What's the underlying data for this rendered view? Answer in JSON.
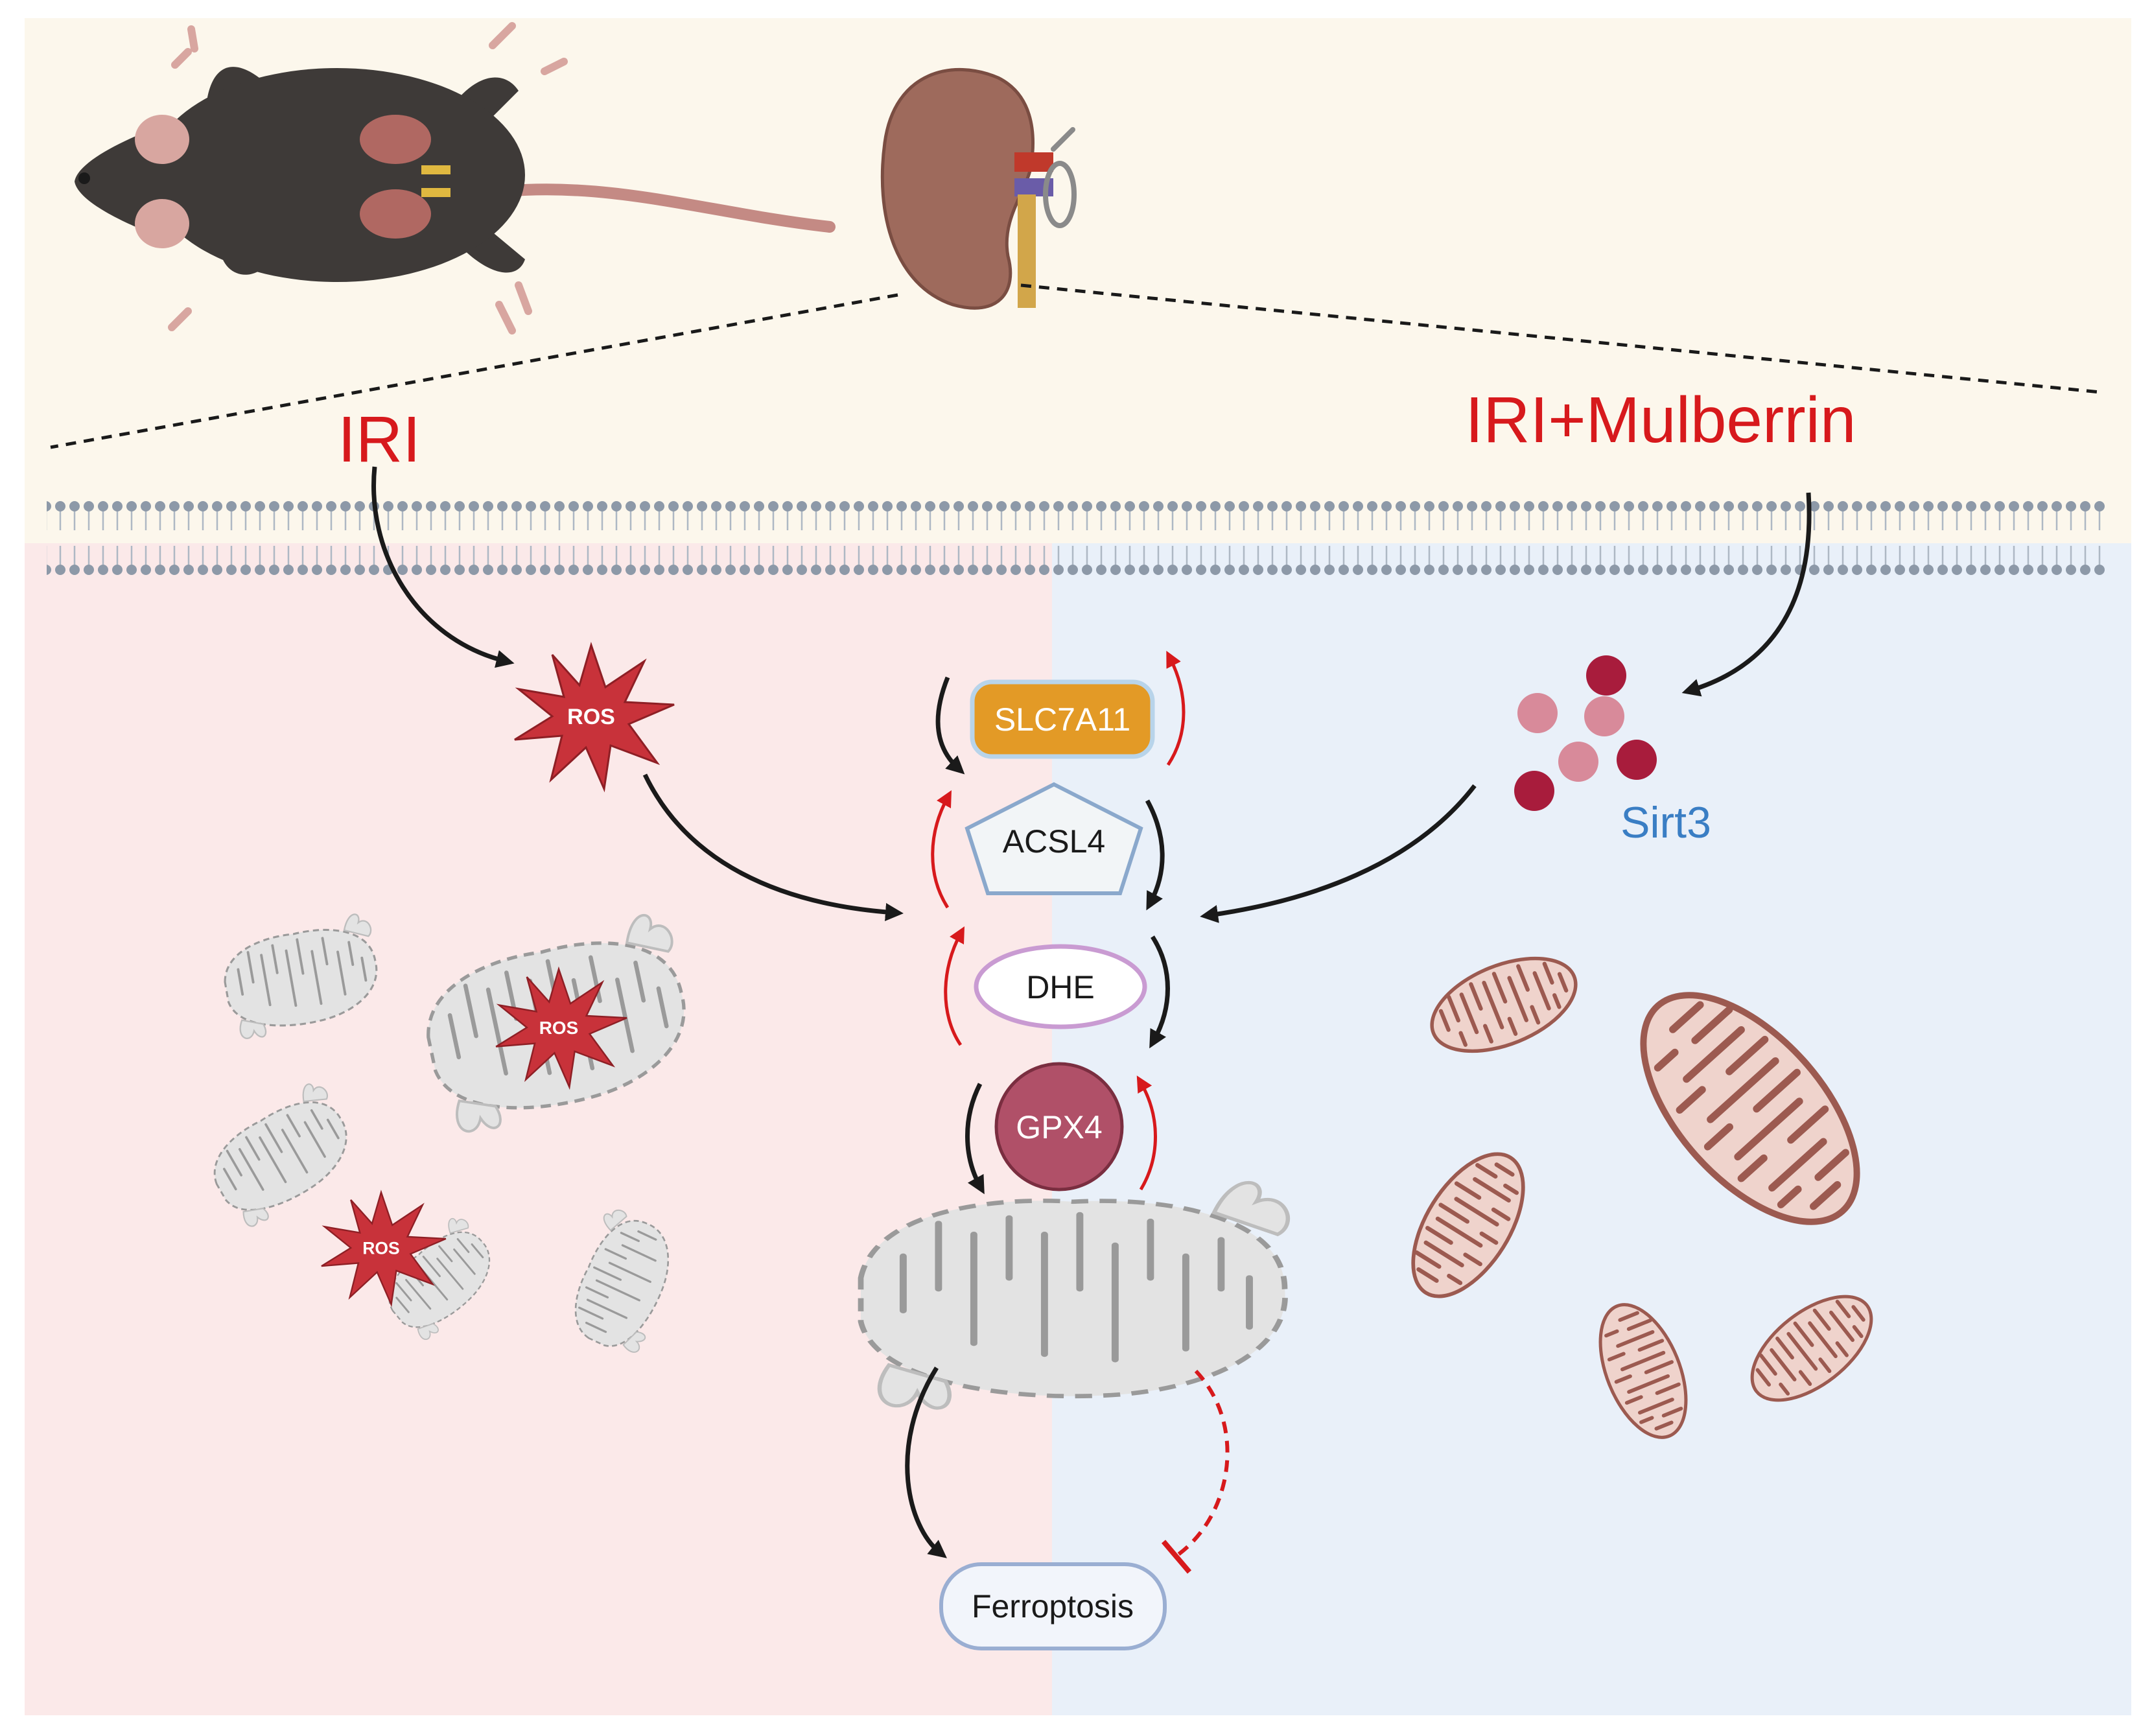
{
  "labels": {
    "iri": "IRI",
    "iri_mulberrin": "IRI+Mulberrin",
    "ros": "ROS",
    "sirt3": "Sirt3",
    "slc7a11": "SLC7A11",
    "acsl4": "ACSL4",
    "dhe": "DHE",
    "gpx4": "GPX4",
    "ferroptosis": "Ferroptosis"
  },
  "colors": {
    "top_background": "#fcf7ec",
    "left_panel": "#fbe9e9",
    "right_panel": "#e9f0f9",
    "label_red": "#d7191c",
    "sirt3_blue": "#3a7ec4",
    "slc7a11_fill": "#e39a26",
    "gpx4_fill": "#b05068",
    "ros_fill": "#c8323a",
    "membrane": "#8d99a8"
  },
  "icons": [
    "mouse-icon",
    "kidney-icon",
    "ros-burst-icon",
    "mitochondrion-icon",
    "sirt3-molecules-icon",
    "membrane-bilayer-icon"
  ]
}
